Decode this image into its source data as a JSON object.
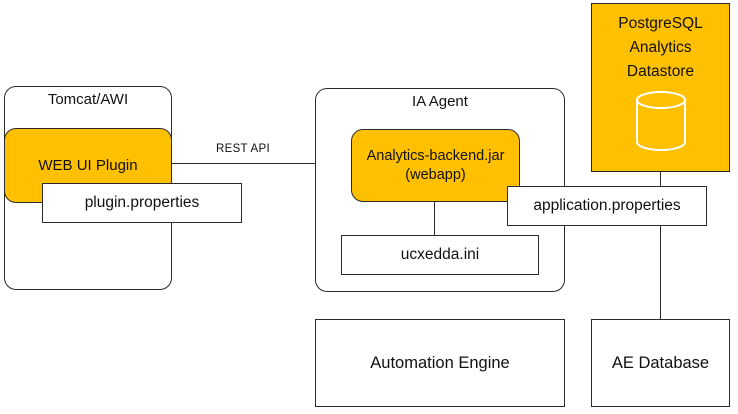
{
  "diagram": {
    "colors": {
      "accent_orange": "#FFC000",
      "line_color": "#2b2b2b",
      "background": "#ffffff"
    },
    "tomcat": {
      "title": "Tomcat/AWI",
      "web_ui_plugin_label": "WEB UI Plugin",
      "plugin_properties_label": "plugin.properties"
    },
    "connections": {
      "rest_api_label": "REST API"
    },
    "ia_agent": {
      "title": "IA Agent",
      "backend_jar_line1": "Analytics-backend.jar",
      "backend_jar_line2": "(webapp)",
      "ini_file_label": "ucxedda.ini",
      "application_properties_label": "application.properties"
    },
    "datastore": {
      "title_line1": "PostgreSQL",
      "title_line2": "Analytics",
      "title_line3": "Datastore",
      "icon": "database-cylinder-icon"
    },
    "automation_engine": {
      "label": "Automation Engine"
    },
    "ae_database": {
      "label": "AE Database"
    }
  }
}
